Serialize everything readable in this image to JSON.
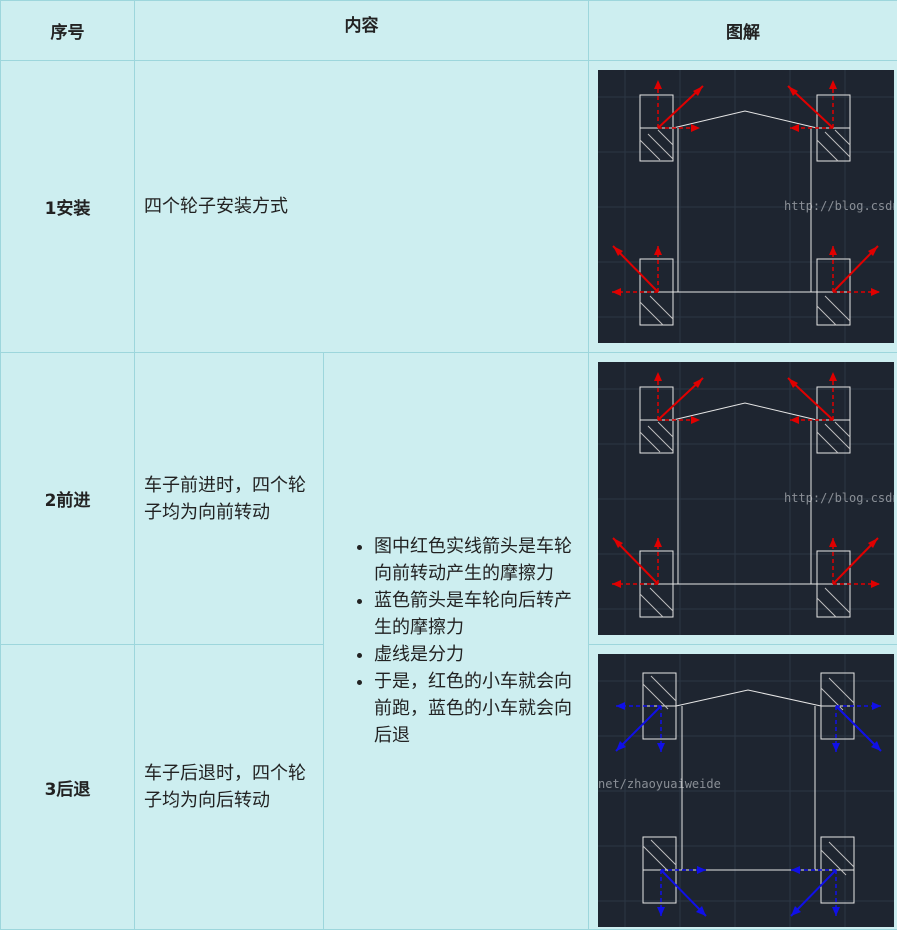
{
  "header": {
    "col_no": "序号",
    "col_content": "内容",
    "col_diagram": "图解"
  },
  "rows": [
    {
      "no": "1安装",
      "text": "四个轮子安装方式"
    },
    {
      "no": "2前进",
      "text": "车子前进时，四个轮子均为向前转动"
    },
    {
      "no": "3后退",
      "text": "车子后退时，四个轮子均为向后转动"
    }
  ],
  "notes": [
    "图中红色实线箭头是车轮向前转动产生的摩擦力",
    "蓝色箭头是车轮向后转产生的摩擦力",
    "虚线是分力",
    "于是，红色的小车就会向前跑，蓝色的小车就会向后退"
  ],
  "watermarks": {
    "w1": "http://blog.csdn",
    "w2": "http://blog.csdn",
    "w3": "net/zhaoyuaiweide"
  },
  "colors": {
    "forward": "#e00000",
    "backward": "#1010e8",
    "cad_bg": "#1e2530",
    "cell_bg": "#cdeef0"
  }
}
